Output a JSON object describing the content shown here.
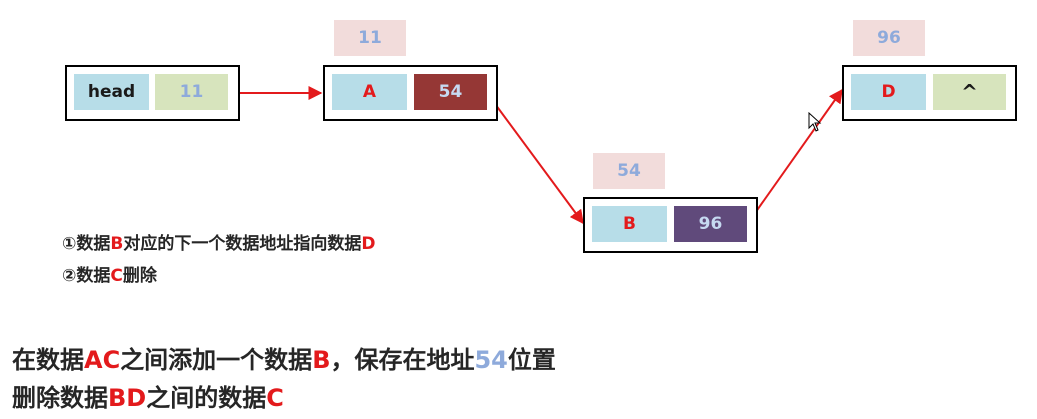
{
  "diagram": {
    "nodes": [
      {
        "id": "head",
        "left_label": "head",
        "right_label": "11",
        "address": ""
      },
      {
        "id": "A",
        "left_label": "A",
        "right_label": "54",
        "address": "11"
      },
      {
        "id": "B",
        "left_label": "B",
        "right_label": "96",
        "address": "54"
      },
      {
        "id": "D",
        "left_label": "D",
        "right_label": "^",
        "address": "96"
      }
    ],
    "edges": [
      {
        "from": "head",
        "to": "A"
      },
      {
        "from": "A",
        "to": "B"
      },
      {
        "from": "B",
        "to": "D"
      }
    ],
    "colors": {
      "arrow": "#e31a1c",
      "label_cell": "#b7dde8",
      "pointer_head": "#d7e4bd",
      "pointer_A": "#953735",
      "pointer_B": "#604a7b",
      "pointer_D": "#d7e4bd",
      "address_bg": "#f2dcdb"
    }
  },
  "steps": {
    "step1": {
      "prefix": "①数据",
      "b": "B",
      "middle": "对应的下一个数据地址指向数据",
      "d": "D"
    },
    "step2": {
      "prefix": "②数据",
      "c": "C",
      "suffix": "删除"
    }
  },
  "summary": {
    "line1": {
      "p1": "在数据",
      "ac": "AC",
      "p2": "之间添加一个数据",
      "b": "B",
      "p3": "，保存在地址",
      "addr": "54",
      "p4": "位置"
    },
    "line2": {
      "p1": "删除数据",
      "bd": "BD",
      "p2": "之间的数据",
      "c": "C"
    }
  }
}
